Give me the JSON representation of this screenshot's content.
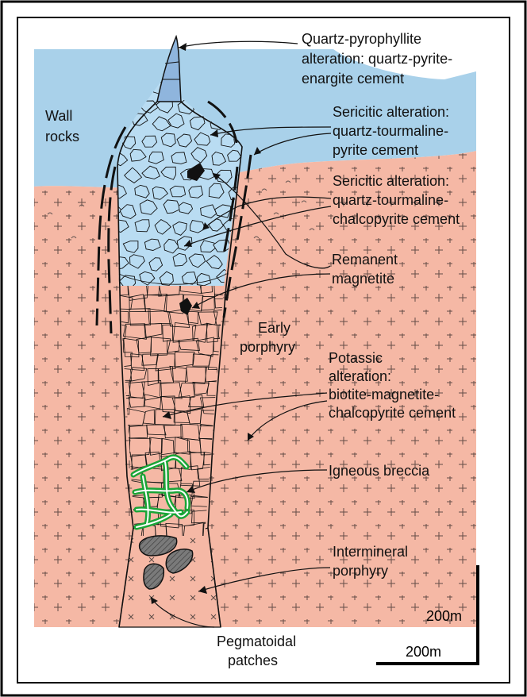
{
  "diagram": {
    "colors": {
      "wall_rock": "#a9d1ea",
      "porphyry": "#f5b8a5",
      "breccia_clast_fill": "#b9dcf2",
      "green_veins": "#1aa537",
      "pegmatoid": "#7a7a7a",
      "outline": "#111111",
      "frame": "#000000"
    },
    "labels": {
      "wall_rocks": [
        "Wall",
        "rocks"
      ],
      "early_porphyry": [
        "Early",
        "porphyry"
      ],
      "pegmatoidal_patches": [
        "Pegmatoidal",
        "patches"
      ]
    },
    "annotations": [
      {
        "id": "quartz-pyrophyllite",
        "lines": [
          "Quartz-pyrophyllite",
          "alteration: quartz-pyrite-",
          "enargite cement"
        ]
      },
      {
        "id": "sericitic-pyrite",
        "lines": [
          "Sericitic alteration:",
          "quartz-tourmaline-",
          "pyrite cement"
        ]
      },
      {
        "id": "sericitic-chalcopyrite",
        "lines": [
          "Sericitic alteration:",
          "quartz-tourmaline-",
          "chalcopyrite cement"
        ]
      },
      {
        "id": "remanent-magnetite",
        "lines": [
          "Remanent",
          "magnetite"
        ]
      },
      {
        "id": "potassic",
        "lines": [
          "Potassic",
          "alteration:",
          "biotite-magnetite-",
          "chalcopyrite cement"
        ]
      },
      {
        "id": "igneous-breccia",
        "lines": [
          "Igneous breccia"
        ]
      },
      {
        "id": "intermineral",
        "lines": [
          "Intermineral",
          "porphyry"
        ]
      }
    ],
    "scale_bars": {
      "vertical": "200m",
      "horizontal": "200m"
    },
    "icons": [
      "scale-bar-vertical",
      "scale-bar-horizontal"
    ]
  }
}
